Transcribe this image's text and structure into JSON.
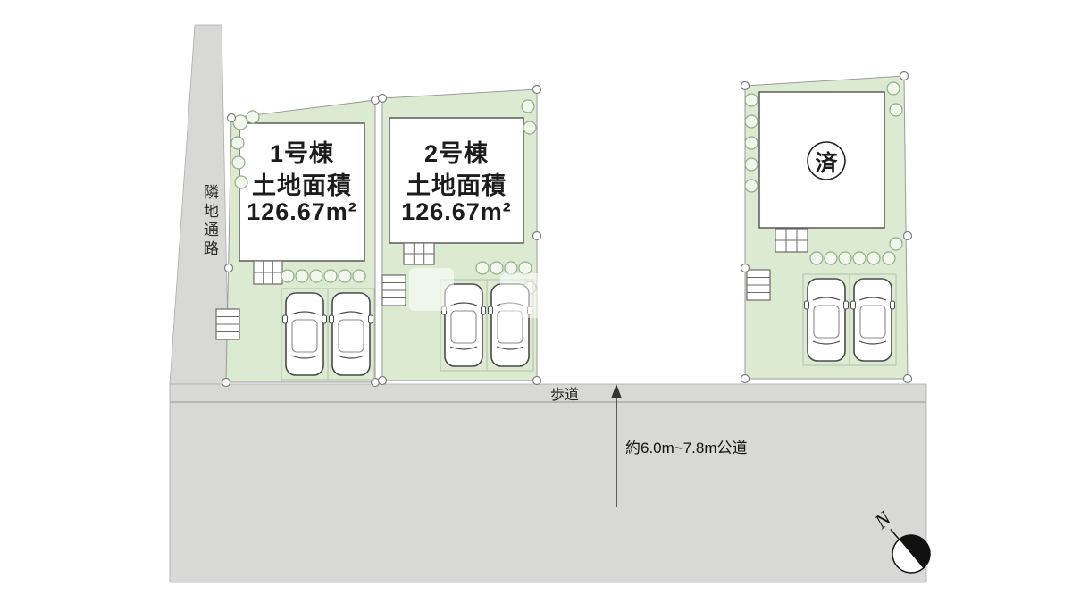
{
  "lots": [
    {
      "name": "1号棟",
      "area_label": "土地面積",
      "area": "126.67m²"
    },
    {
      "name": "2号棟",
      "area_label": "土地面積",
      "area": "126.67m²"
    },
    {
      "status": "済"
    }
  ],
  "labels": {
    "adjacent_passage": "隣地通路",
    "sidewalk": "歩道",
    "road": "約6.0m~7.8m公道",
    "north": "N"
  },
  "colors": {
    "lot": "#dcead2",
    "road": "#d8d8d6"
  }
}
